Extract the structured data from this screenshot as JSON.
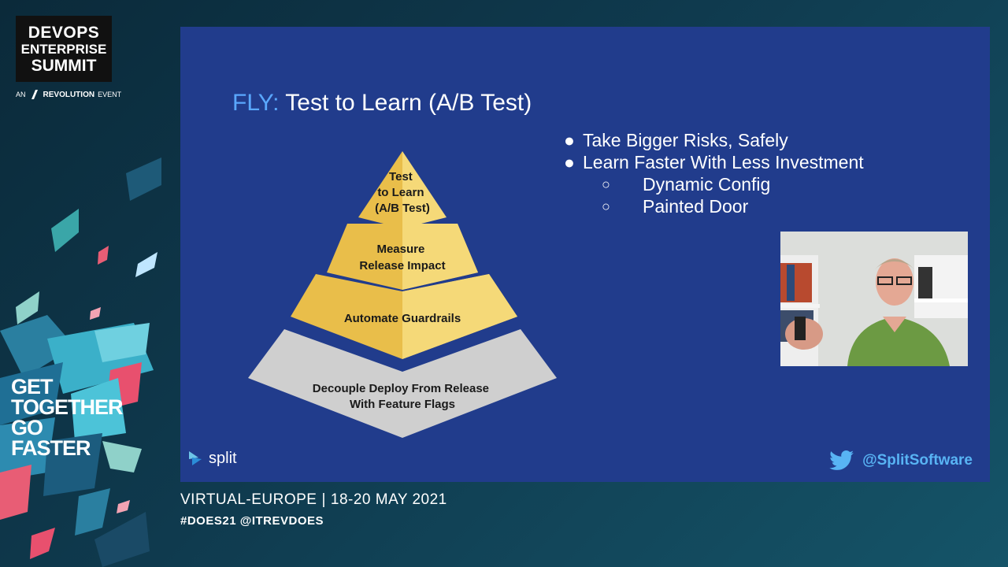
{
  "branding": {
    "logo_line1": "DEVOPS",
    "logo_line2": "ENTERPRISE",
    "logo_line3": "SUMMIT",
    "org_prefix": "AN",
    "org_name": "REVOLUTION",
    "org_suffix": "EVENT",
    "tagline": [
      "GET",
      "TOGETHER",
      "GO",
      "FASTER"
    ]
  },
  "slide": {
    "title_accent": "FLY:",
    "title_rest": "Test to Learn (A/B Test)",
    "bullets": [
      "Take Bigger Risks, Safely",
      "Learn Faster With Less Investment"
    ],
    "sub_bullets": [
      "Dynamic Config",
      "Painted Door"
    ],
    "pyramid": {
      "tier1": [
        "Test",
        "to Learn",
        "(A/B Test)"
      ],
      "tier2": [
        "Measure",
        "Release Impact"
      ],
      "tier3": [
        "Automate Guardrails"
      ],
      "tier4": [
        "Decouple Deploy From Release",
        "With Feature Flags"
      ]
    },
    "footer_logo": "split",
    "twitter_handle": "@SplitSoftware"
  },
  "event": {
    "location": "VIRTUAL-EUROPE",
    "dates": "18-20 MAY 2021",
    "hashtags": "#DOES21 @ITREVDOES"
  },
  "icons": [
    "split-logo-icon",
    "twitter-bird-icon"
  ],
  "colors": {
    "slide_bg": "#213c8c",
    "title_accent": "#5aa8ff",
    "pyramid_gold_dark": "#e9be4a",
    "pyramid_gold_light": "#f5d978",
    "pyramid_gray": "#cfcfcf",
    "twitter_blue": "#58b4f4"
  }
}
